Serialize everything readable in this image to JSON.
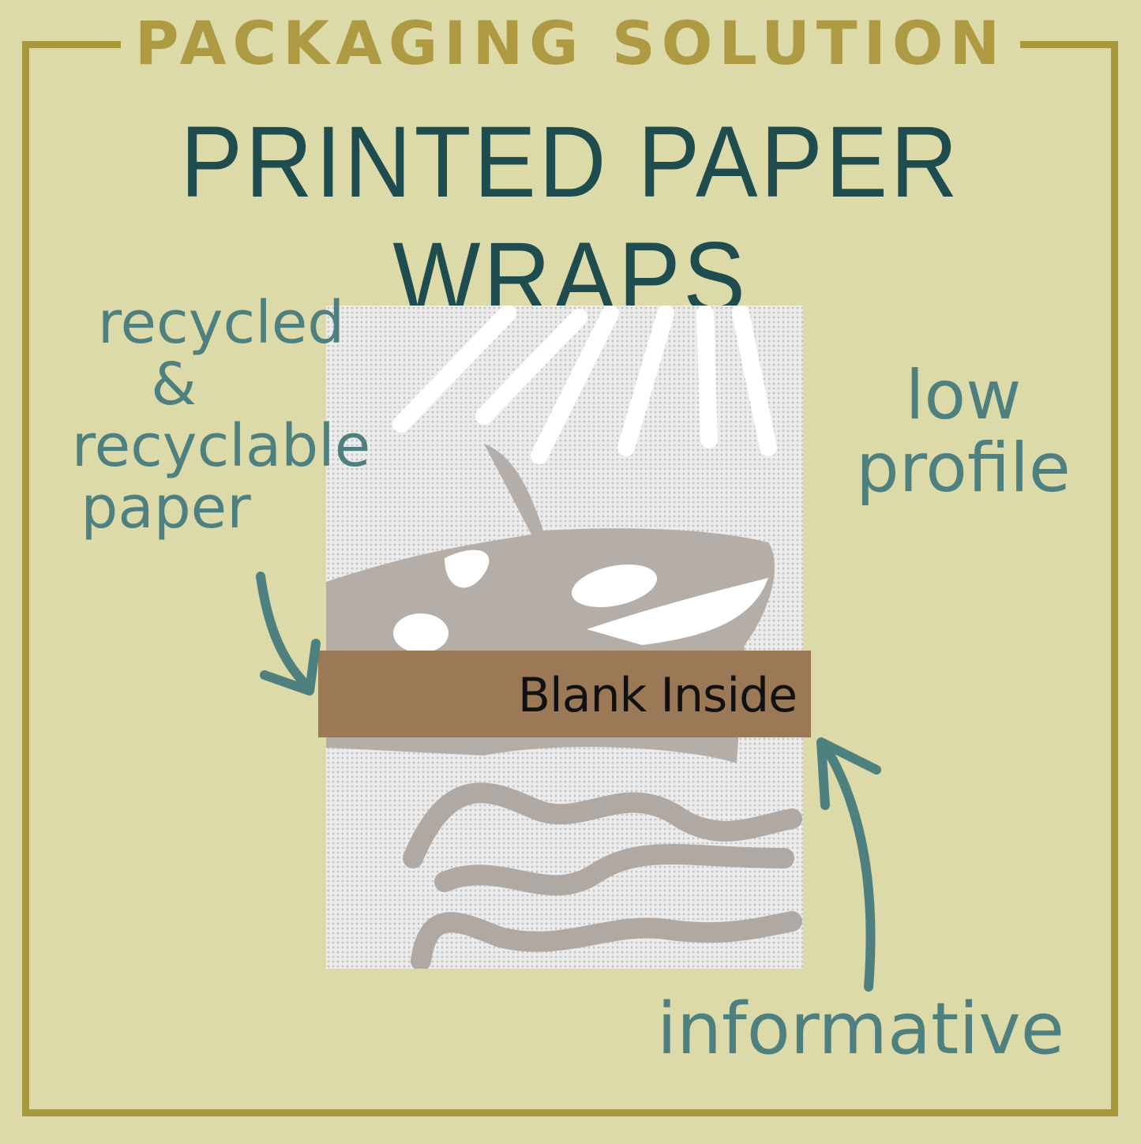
{
  "header": {
    "eyebrow": "PACKAGING SOLUTION",
    "title": "PRINTED PAPER WRAPS"
  },
  "notes": {
    "left": [
      "recycled",
      "&",
      "recyclable",
      "paper"
    ],
    "right": [
      "low",
      "profile"
    ],
    "bottom": "informative"
  },
  "wrap": {
    "band_label": "Blank Inside"
  },
  "colors": {
    "background": "#dcdaa9",
    "frame": "#a8983c",
    "title": "#1f4d4f",
    "annotation": "#4f8080",
    "band": "#9b7856",
    "orca": "#b5aea8"
  }
}
